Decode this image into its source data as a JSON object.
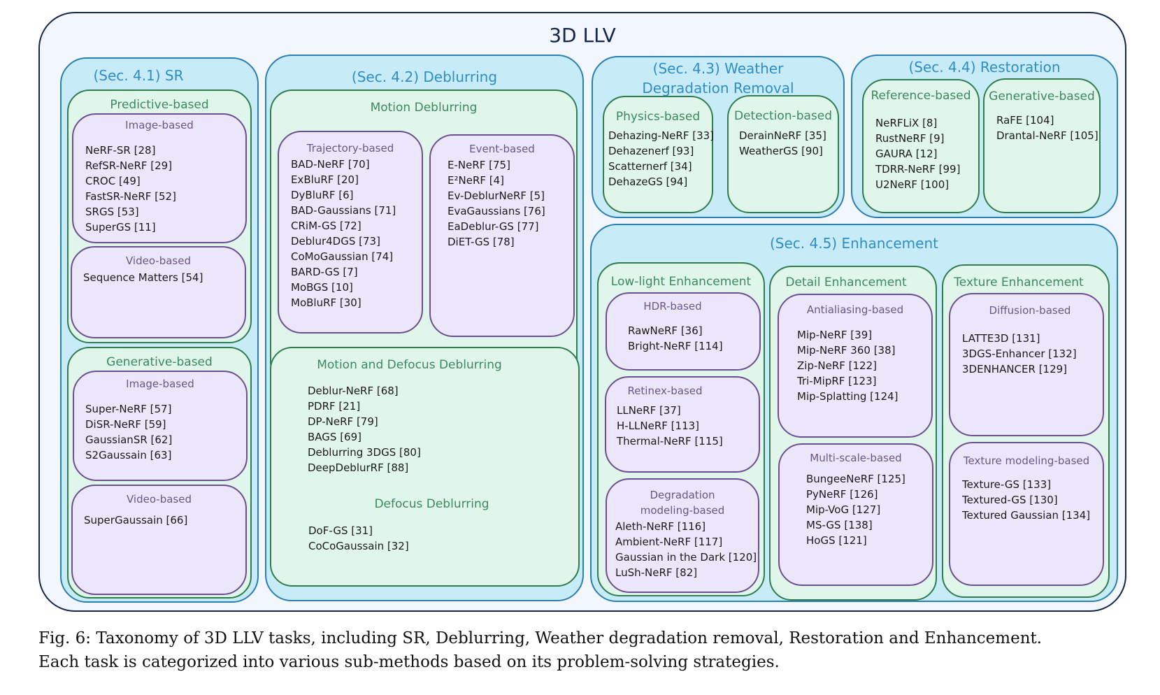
{
  "title": "3D LLV",
  "sections": {
    "sr": {
      "title": "(Sec. 4.1) SR",
      "predictive": {
        "title": "Predictive-based",
        "image": {
          "title": "Image-based",
          "items": [
            "NeRF-SR [28]",
            "RefSR-NeRF [29]",
            "CROC [49]",
            "FastSR-NeRF [52]",
            "SRGS [53]",
            "SuperGS [11]"
          ]
        },
        "video": {
          "title": "Video-based",
          "items": [
            "Sequence Matters [54]"
          ]
        }
      },
      "generative": {
        "title": "Generative-based",
        "image": {
          "title": "Image-based",
          "items": [
            "Super-NeRF [57]",
            "DiSR-NeRF [59]",
            "GaussianSR [62]",
            "S2Gaussain [63]"
          ]
        },
        "video": {
          "title": "Video-based",
          "items": [
            "SuperGaussain [66]"
          ]
        }
      }
    },
    "deblurring": {
      "title": "(Sec. 4.2) Deblurring",
      "motion": {
        "title": "Motion Deblurring",
        "trajectory": {
          "title": "Trajectory-based",
          "items": [
            "BAD-NeRF [70]",
            "ExBluRF [20]",
            "DyBluRF [6]",
            "BAD-Gaussians [71]",
            "CRiM-GS [72]",
            "Deblur4DGS [73]",
            "CoMoGaussian [74]",
            "BARD-GS [7]",
            "MoBGS [10]",
            "MoBluRF [30]"
          ]
        },
        "event": {
          "title": "Event-based",
          "items": [
            "E-NeRF [75]",
            "E²NeRF [4]",
            "Ev-DeblurNeRF [5]",
            "EvaGaussians [76]",
            "EaDeblur-GS [77]",
            "DiET-GS [78]"
          ]
        }
      },
      "motion_defocus": {
        "title": "Motion and Defocus Deblurring",
        "items": [
          "Deblur-NeRF [68]",
          "PDRF [21]",
          "DP-NeRF [79]",
          "BAGS [69]",
          "Deblurring 3DGS [80]",
          "DeepDeblurRF [88]"
        ]
      },
      "defocus": {
        "title": "Defocus Deblurring",
        "items": [
          "DoF-GS [31]",
          "CoCoGaussain [32]"
        ]
      }
    },
    "weather": {
      "title_line1": "(Sec. 4.3) Weather",
      "title_line2": "Degradation Removal",
      "physics": {
        "title": "Physics-based",
        "items": [
          "Dehazing-NeRF [33]",
          "Dehazenerf  [93]",
          "Scatternerf [34]",
          "DehazeGS [94]"
        ]
      },
      "detection": {
        "title": "Detection-based",
        "items": [
          "DerainNeRF [35]",
          "WeatherGS [90]"
        ]
      }
    },
    "restoration": {
      "title": "(Sec. 4.4) Restoration",
      "reference": {
        "title": "Reference-based",
        "items": [
          "NeRFLiX [8]",
          "RustNeRF [9]",
          "GAURA [12]",
          "TDRR-NeRF [99]",
          "U2NeRF [100]"
        ]
      },
      "generative": {
        "title": "Generative-based",
        "items": [
          "RaFE [104]",
          "Drantal-NeRF [105]"
        ]
      }
    },
    "enhancement": {
      "title": "(Sec. 4.5) Enhancement",
      "lowlight": {
        "title": "Low-light Enhancement",
        "hdr": {
          "title": "HDR-based",
          "items": [
            "RawNeRF [36]",
            "Bright-NeRF [114]"
          ]
        },
        "retinex": {
          "title": "Retinex-based",
          "items": [
            "LLNeRF [37]",
            "H-LLNeRF [113]",
            "Thermal-NeRF [115]"
          ]
        },
        "degradation": {
          "title_line1": "Degradation",
          "title_line2": "modeling-based",
          "items": [
            "Aleth-NeRF  [116]",
            "Ambient-NeRF [117]",
            "Gaussian in the Dark [120]",
            "LuSh-NeRF [82]"
          ]
        }
      },
      "detail": {
        "title": "Detail Enhancement",
        "antialiasing": {
          "title": "Antialiasing-based",
          "items": [
            "Mip-NeRF [39]",
            "Mip-NeRF 360 [38]",
            "Zip-NeRF [122]",
            "Tri-MipRF [123]",
            "Mip-Splatting [124]"
          ]
        },
        "multiscale": {
          "title": "Multi-scale-based",
          "items": [
            "BungeeNeRF [125]",
            "PyNeRF [126]",
            "Mip-VoG [127]",
            "MS-GS [138]",
            "HoGS [121]"
          ]
        }
      },
      "texture": {
        "title": "Texture Enhancement",
        "diffusion": {
          "title": "Diffusion-based",
          "items": [
            "LATTE3D [131]",
            "3DGS-Enhancer [132]",
            "3DENHANCER [129]"
          ]
        },
        "modeling": {
          "title": "Texture modeling-based",
          "items": [
            "Texture-GS [133]",
            "Textured-GS [130]",
            "Textured Gaussian [134]"
          ]
        }
      }
    }
  },
  "caption": {
    "line1": "Fig. 6: Taxonomy of 3D LLV tasks, including SR, Deblurring, Weather degradation removal, Restoration and Enhancement.",
    "line2": "Each task is categorized into various sub-methods based on its problem-solving strategies."
  }
}
